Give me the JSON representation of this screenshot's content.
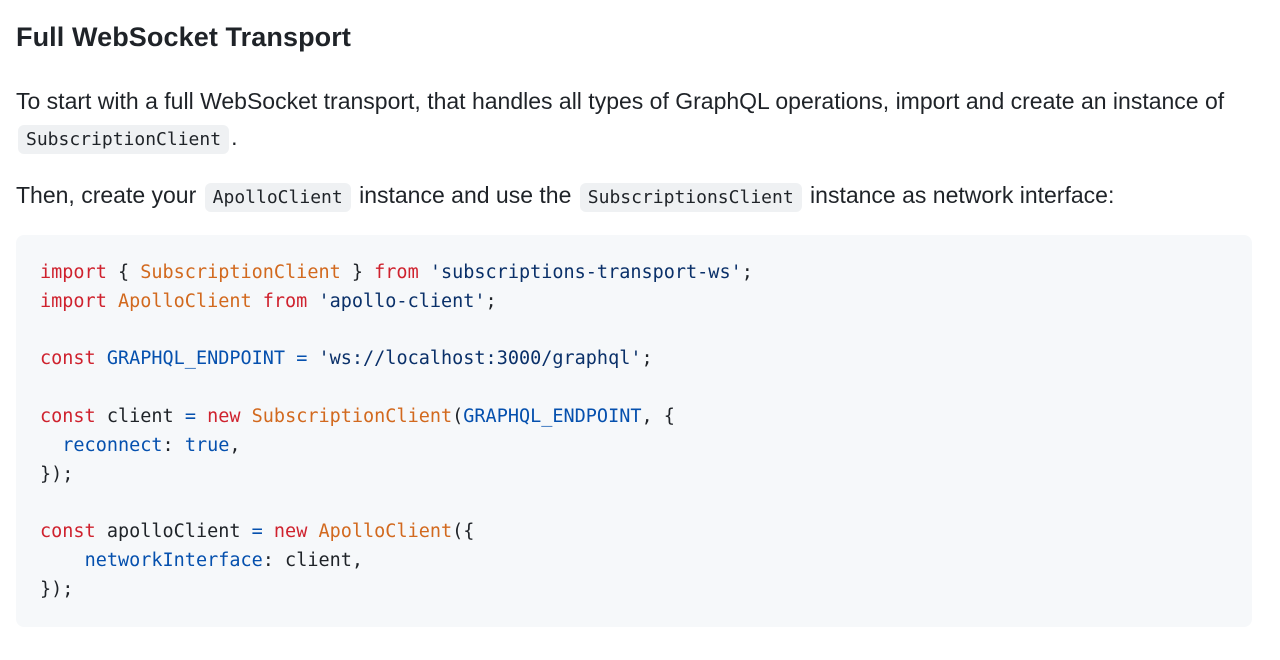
{
  "heading": "Full WebSocket Transport",
  "paragraph1": {
    "text_before": "To start with a full WebSocket transport, that handles all types of GraphQL operations, import and create an instance of ",
    "code": "SubscriptionClient",
    "text_after": "."
  },
  "paragraph2": {
    "text_1": "Then, create your ",
    "code_1": "ApolloClient",
    "text_2": " instance and use the ",
    "code_2": "SubscriptionsClient",
    "text_3": " instance as network interface:"
  },
  "code": {
    "l1": {
      "t1": "import",
      "t2": " { ",
      "t3": "SubscriptionClient",
      "t4": " } ",
      "t5": "from",
      "t6": " ",
      "t7": "'subscriptions-transport-ws'",
      "t8": ";"
    },
    "l2": {
      "t1": "import",
      "t2": " ",
      "t3": "ApolloClient",
      "t4": " ",
      "t5": "from",
      "t6": " ",
      "t7": "'apollo-client'",
      "t8": ";"
    },
    "l4": {
      "t1": "const",
      "t2": " ",
      "t3": "GRAPHQL_ENDPOINT",
      "t4": " ",
      "t5": "=",
      "t6": " ",
      "t7": "'ws://localhost:3000/graphql'",
      "t8": ";"
    },
    "l6": {
      "t1": "const",
      "t2": " client ",
      "t3": "=",
      "t4": " ",
      "t5": "new",
      "t6": " ",
      "t7": "SubscriptionClient",
      "t8": "(",
      "t9": "GRAPHQL_ENDPOINT",
      "t10": ", {"
    },
    "l7": {
      "t1": "  ",
      "t2": "reconnect",
      "t3": ": ",
      "t4": "true",
      "t5": ","
    },
    "l8": {
      "t1": "});"
    },
    "l10": {
      "t1": "const",
      "t2": " apolloClient ",
      "t3": "=",
      "t4": " ",
      "t5": "new",
      "t6": " ",
      "t7": "ApolloClient",
      "t8": "({"
    },
    "l11": {
      "t1": "    ",
      "t2": "networkInterface",
      "t3": ": client,"
    },
    "l12": {
      "t1": "});"
    }
  }
}
